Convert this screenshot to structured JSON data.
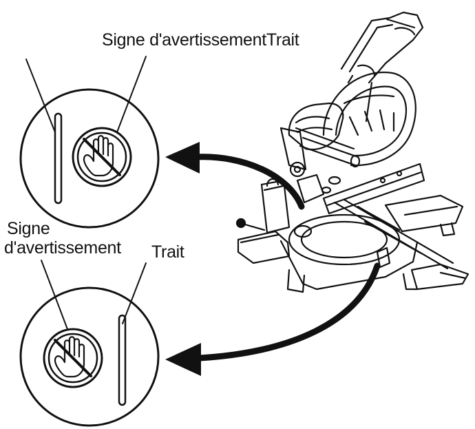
{
  "labels": {
    "top_combined": "Signe d'avertissementTrait",
    "bottom_sign_line1": "Signe",
    "bottom_sign_line2": "d'avertissement",
    "bottom_trait": "Trait"
  },
  "icons": {
    "warning_sign": "no-hand-icon",
    "callout_arrow": "curved-arrow-icon",
    "machine": "miter-saw-illustration"
  },
  "colors": {
    "ink": "#111111",
    "background": "#ffffff"
  }
}
